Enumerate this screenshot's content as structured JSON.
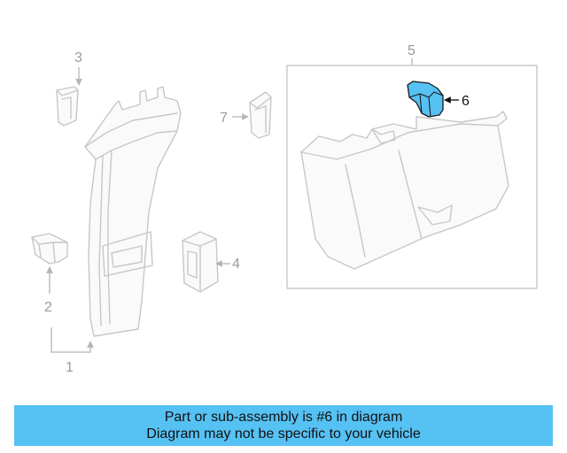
{
  "callouts": {
    "c1": "1",
    "c2": "2",
    "c3": "3",
    "c4": "4",
    "c5": "5",
    "c6": "6",
    "c7": "7"
  },
  "banner": {
    "line1": "Part or sub-assembly is #6 in diagram",
    "line2": "Diagram may not be specific to your vehicle"
  },
  "colors": {
    "highlight_part": "#56c1f3",
    "banner_background": "#56c1f3",
    "ghost_lines": "#c7c7c7"
  }
}
